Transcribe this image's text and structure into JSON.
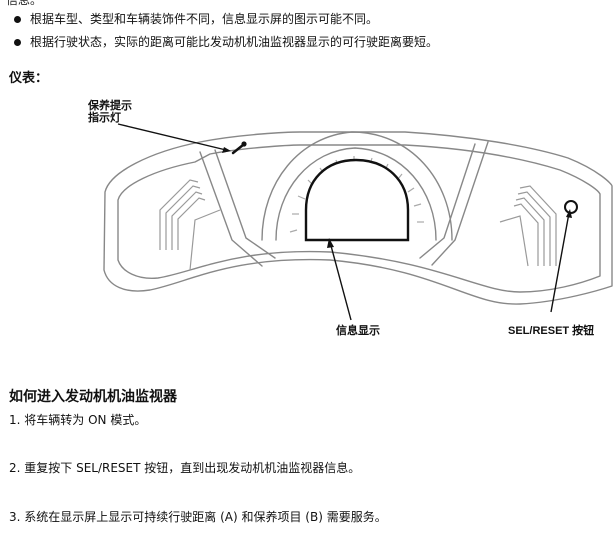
{
  "top_fragment": "信息。",
  "bullets": [
    "根据车型、类型和车辆装饰件不同，信息显示屏的图示可能不同。",
    "根据行驶状态，实际的距离可能比发动机机油监视器显示的可行驶距离要短。"
  ],
  "section_label": "仪表：",
  "figure": {
    "callout_maintenance_line1": "保养提示",
    "callout_maintenance_line2": "指示灯",
    "callout_info_display": "信息显示",
    "callout_sel_reset": "SEL/RESET 按钮"
  },
  "heading": "如何进入发动机机油监视器",
  "steps": [
    "1.  将车辆转为 ON 模式。",
    "2.  重复按下 SEL/RESET 按钮，直到出现发动机机油监视器信息。",
    "3.  系统在显示屏上显示可持续行驶距离 (A) 和保养项目 (B) 需要服务。"
  ]
}
